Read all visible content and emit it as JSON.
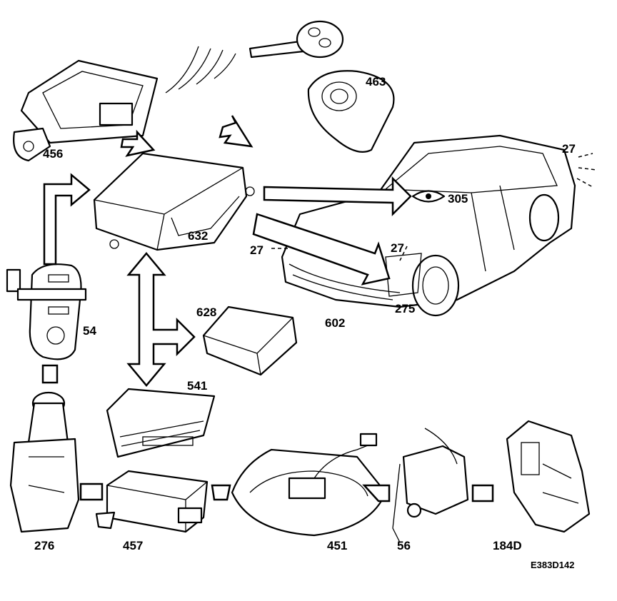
{
  "diagram": {
    "reference_code": "E383D142",
    "labels": {
      "key_ignition": "463",
      "module_456": "456",
      "lamp_rear": "27",
      "indicator_305": "305",
      "control_unit_632": "632",
      "lamp_front_left": "27",
      "lamp_front_right": "27",
      "module_628": "628",
      "car_602": "602",
      "horn_275": "275",
      "switch_54": "54",
      "display_541": "541",
      "lever_276": "276",
      "module_457": "457",
      "console_451": "451",
      "lock_56": "56",
      "lock_184d": "184D"
    }
  }
}
